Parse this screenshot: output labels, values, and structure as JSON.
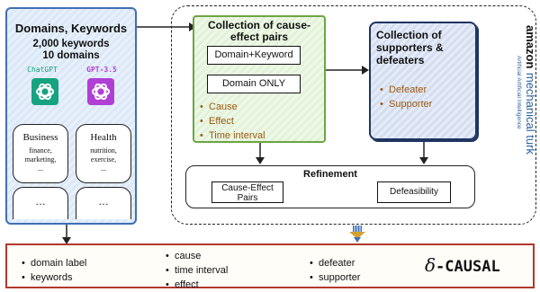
{
  "left_panel": {
    "title": "Domains, Keywords",
    "keywords_count": "2,000 keywords",
    "domains_count": "10 domains",
    "model_a": "ChatGPT",
    "model_b": "GPT-3.5",
    "domains": [
      {
        "name": "Business",
        "examples": "finance,\nmarketing,\n..."
      },
      {
        "name": "Health",
        "examples": "nutrition,\nexercise,\n..."
      }
    ],
    "more": "…"
  },
  "pairs_panel": {
    "title": "Collection of cause-\neffect pairs",
    "option_1": "Domain+Keyword",
    "option_2": "Domain ONLY",
    "items": [
      "Cause",
      "Effect",
      "Time interval"
    ]
  },
  "support_panel": {
    "title": "Collection of\nsupporters &\ndefeaters",
    "items": [
      "Defeater",
      "Supporter"
    ]
  },
  "mturk": {
    "brand": "amazon",
    "product": "mechanical turk",
    "tagline": "Artificial Artificial Intelligence"
  },
  "refinement": {
    "title": "Refinement",
    "box_1": "Cause-Effect\nPairs",
    "box_2": "Defeasibility"
  },
  "bottom": {
    "col_1": [
      "domain label",
      "keywords"
    ],
    "col_2": [
      "cause",
      "time interval",
      "effect"
    ],
    "col_3": [
      "defeater",
      "supporter"
    ],
    "dataset_symbol": "δ",
    "dataset_name": "-CAUSAL"
  },
  "colors": {
    "blue_panel": "#3f6fb5",
    "green_panel": "#6ca544",
    "navy_panel": "#1f3461",
    "item_brown": "#9a5a12",
    "chatgpt_green": "#17a37f",
    "gpt35_purple": "#b03fd6",
    "bottom_border": "#b2382c"
  }
}
